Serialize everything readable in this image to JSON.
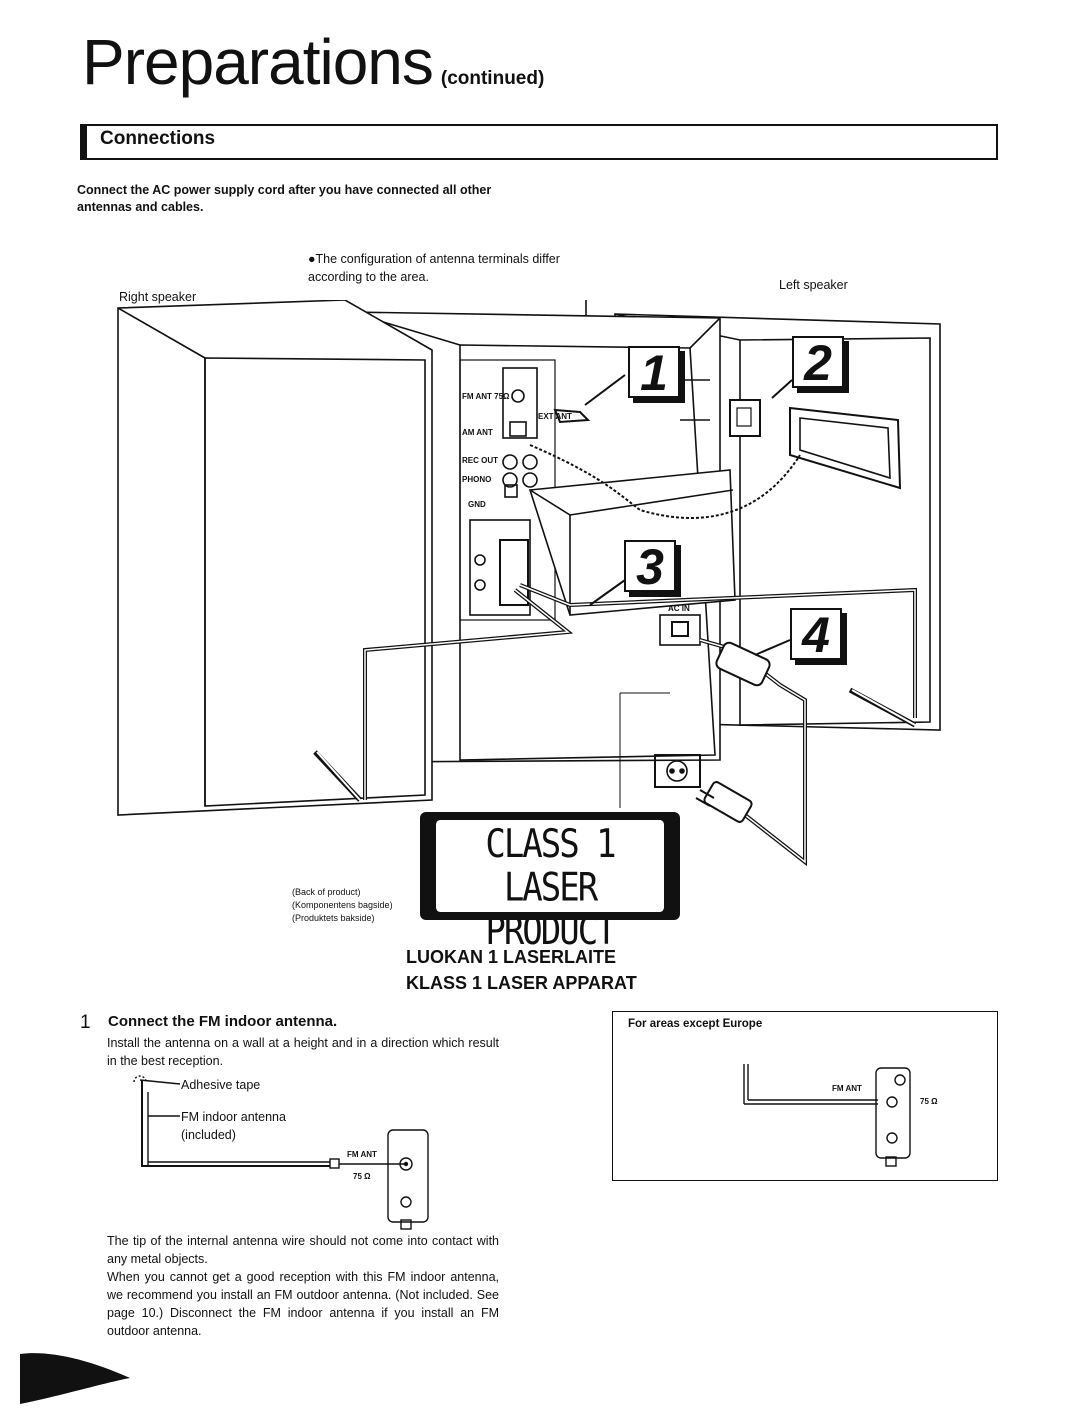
{
  "title": {
    "main": "Preparations",
    "sub": "(continued)"
  },
  "section": {
    "title": "Connections"
  },
  "intro": "Connect the AC power supply cord after you have connected all other antennas and cables.",
  "config_note": "●The configuration of antenna terminals differ according to the area.",
  "labels": {
    "right_speaker": "Right speaker",
    "left_speaker": "Left speaker"
  },
  "callouts": [
    "1",
    "2",
    "3",
    "4"
  ],
  "panel": {
    "fm_ant": "FM ANT 75Ω",
    "am_ant": "AM ANT",
    "ext_ant": "EXT ANT",
    "rec_out": "REC OUT",
    "phono": "PHONO",
    "gnd": "GND",
    "ac_in": "AC IN"
  },
  "laser": {
    "line1": "CLASS 1",
    "line2": "LASER PRODUCT",
    "back_notes": [
      "(Back of product)",
      "(Komponentens bagside)",
      "(Produktets bakside)"
    ],
    "fi": "LUOKAN 1 LASERLAITE",
    "sv": "KLASS 1 LASER APPARAT"
  },
  "step1": {
    "num": "1",
    "title": "Connect the FM indoor antenna.",
    "body": "Install the antenna on a wall at a height and in a direction which result in the best reception.",
    "adhesive": "Adhesive tape",
    "indoor": "FM indoor antenna",
    "included": "(included)",
    "fm_ant": "FM ANT",
    "ohm": "75 Ω",
    "note1": "The tip of the internal antenna wire should not come into contact with any metal objects.",
    "note2": "When you cannot get a good reception with this FM indoor antenna, we recommend you install an FM outdoor antenna. (Not included. See page 10.) Disconnect the FM indoor antenna if you install an FM outdoor antenna."
  },
  "box_areas": {
    "title": "For areas except Europe",
    "fm_ant": "FM ANT",
    "ohm": "75 Ω"
  }
}
